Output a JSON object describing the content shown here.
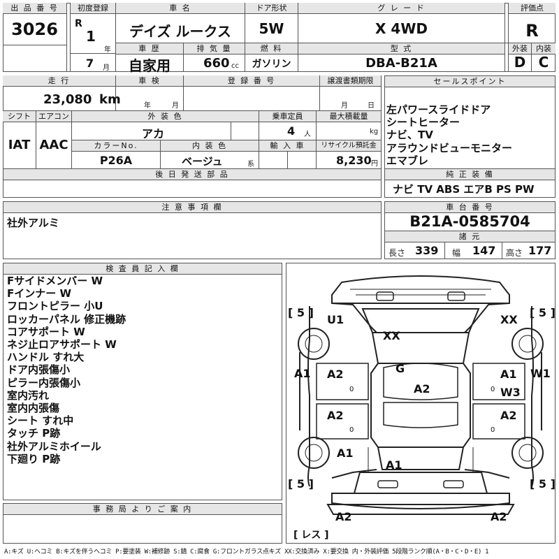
{
  "top": {
    "lot_label": "出 品 番 号",
    "lot_no": "3026",
    "first_reg_label": "初度登録",
    "era": "R",
    "year": "1",
    "year_unit": "年",
    "month": "7",
    "month_unit": "月",
    "car_name_label": "車 名",
    "car_name": "デイズ ルークス",
    "door_label": "ドア形状",
    "door": "5W",
    "grade_label": "グ レ ー ド",
    "grade": "X 4WD",
    "score_label": "評価点",
    "score": "R",
    "history_label": "車 歴",
    "history": "自家用",
    "displacement_label": "排 気 量",
    "displacement": "660",
    "displacement_unit": "cc",
    "fuel_label": "燃 料",
    "fuel": "ガソリン",
    "model_label": "型 式",
    "model": "DBA-B21A",
    "exterior_label": "外装",
    "exterior": "D",
    "interior_label": "内装",
    "interior": "C"
  },
  "row2": {
    "mileage_label": "走 行",
    "mileage": "23,080",
    "mileage_unit": "km",
    "inspection_label": "車 検",
    "inspection_year": "年",
    "inspection_month": "月",
    "reg_no_label": "登 録 番 号",
    "transfer_label": "譲渡書類期限",
    "transfer_month": "月",
    "transfer_day": "日",
    "shift_label": "シフト",
    "shift": "IAT",
    "aircon_label": "エアコン",
    "aircon": "AAC",
    "ext_color_label": "外 装 色",
    "ext_color": "アカ",
    "capacity_label": "乗車定員",
    "capacity": "4",
    "capacity_unit": "人",
    "load_label": "最大積載量",
    "load_unit": "kg",
    "color_no_label": "カラーNo.",
    "color_no": "P26A",
    "int_color_label": "内 装 色",
    "int_color": "ベージュ",
    "int_color_unit": "系",
    "import_label": "輸 入 車",
    "recycle_label": "リサイクル預託金",
    "recycle": "8,230",
    "recycle_unit": "円",
    "later_parts_label": "後 日 発 送 部 品"
  },
  "sales": {
    "label": "セールスポイント",
    "points": [
      "左パワースライドドア",
      "シートヒーター",
      "ナビ、TV",
      "アラウンドビューモニター",
      "エマブレ"
    ]
  },
  "genuine": {
    "label": "純 正 装 備",
    "items": "ナビ TV ABS エアB PS PW"
  },
  "notes": {
    "label": "注 意 事 項 欄",
    "text": "社外アルミ"
  },
  "chassis": {
    "label": "車 台 番 号",
    "number": "B21A-0585704",
    "specs_label": "諸 元",
    "length_label": "長さ",
    "length": "339",
    "width_label": "幅",
    "width": "147",
    "height_label": "高さ",
    "height": "177"
  },
  "inspector": {
    "label": "検 査 員 記 入 欄",
    "lines": [
      "Fサイドメンバー W",
      "Fインナー W",
      "フロントピラー 小U",
      "ロッカーパネル 修正機跡",
      "コアサポート W",
      "ネジ止ロアサポート W",
      "ハンドル すれ大",
      "ドア内張傷小",
      "ピラー内張傷小",
      "室内汚れ",
      "室内内張傷",
      "シート すれ中",
      "タッチ P跡",
      "社外アルミホイール",
      "下廻り P跡"
    ]
  },
  "office": {
    "label": "事 務 局 よ り ご 案 内"
  },
  "diagram": {
    "tl_bracket": "[ 5 ]",
    "tr_bracket": "[ 5 ]",
    "bl_bracket": "[ 5 ]",
    "br_bracket": "[ 5 ]",
    "bottom_bracket": "[ レス ]",
    "u1": "U1",
    "xx_top_right": "XX",
    "xx_hood": "XX",
    "g": "G",
    "a1_left": "A1",
    "w1_right": "W1",
    "a2_left_front_door": "A2",
    "a1_right_front_door": "A1",
    "w3_right": "W3",
    "a2_center": "A2",
    "a2_left_rear_door": "A2",
    "a2_right_rear_door": "A2",
    "a1_left_rear": "A1",
    "a1_rear_center": "A1",
    "a2_bottom_left": "A2",
    "a2_bottom_right": "A2",
    "zero1": "0",
    "zero2": "0",
    "zero3": "0",
    "zero4": "0"
  },
  "legend": "A:キズ U:ヘコミ B:キズを伴うヘコミ P:要塗装 W:補修跡 S:錆 C:腐食 G:フロントガラス点キズ XX:交換済み X:要交換 内・外装評価 5段階ランク順(A・B・C・D・E) 1"
}
